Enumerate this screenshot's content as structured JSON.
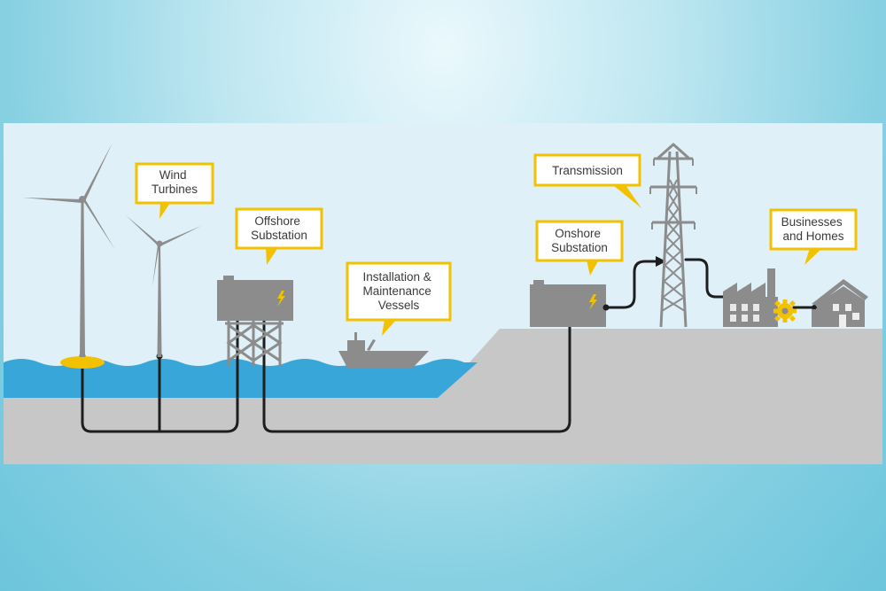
{
  "colors": {
    "sky": "#dff0f8",
    "ground": "#c7c7c7",
    "water": "#39a6d9",
    "structure": "#8c8c8c",
    "callout_border": "#f2c200",
    "cable": "#1e1e1e",
    "accent_yellow": "#f2c200"
  },
  "callouts": {
    "wind_turbines": [
      "Wind",
      "Turbines"
    ],
    "offshore_substation": [
      "Offshore",
      "Substation"
    ],
    "vessels": [
      "Installation &",
      "Maintenance",
      "Vessels"
    ],
    "transmission": [
      "Transmission"
    ],
    "onshore_substation": [
      "Onshore",
      "Substation"
    ],
    "businesses_homes": [
      "Businesses",
      "and Homes"
    ]
  },
  "icons": {
    "substation_symbol": "lightning-bolt-icon",
    "factory_gear": "gear-icon"
  }
}
